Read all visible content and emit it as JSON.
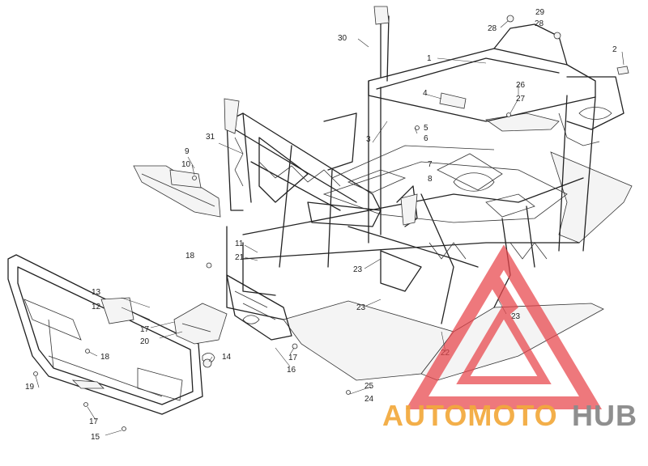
{
  "diagram": {
    "callouts": [
      {
        "id": "c1",
        "text": "1"
      },
      {
        "id": "c2",
        "text": "2"
      },
      {
        "id": "c3",
        "text": "3"
      },
      {
        "id": "c4",
        "text": "4"
      },
      {
        "id": "c5",
        "text": "5"
      },
      {
        "id": "c6",
        "text": "6"
      },
      {
        "id": "c7",
        "text": "7"
      },
      {
        "id": "c8",
        "text": "8"
      },
      {
        "id": "c9",
        "text": "9"
      },
      {
        "id": "c10",
        "text": "10"
      },
      {
        "id": "c11",
        "text": "11"
      },
      {
        "id": "c12",
        "text": "12"
      },
      {
        "id": "c13",
        "text": "13"
      },
      {
        "id": "c14",
        "text": "14"
      },
      {
        "id": "c15",
        "text": "15"
      },
      {
        "id": "c16",
        "text": "16"
      },
      {
        "id": "c17a",
        "text": "17"
      },
      {
        "id": "c17b",
        "text": "17"
      },
      {
        "id": "c17c",
        "text": "17"
      },
      {
        "id": "c18a",
        "text": "18"
      },
      {
        "id": "c18b",
        "text": "18"
      },
      {
        "id": "c19",
        "text": "19"
      },
      {
        "id": "c20",
        "text": "20"
      },
      {
        "id": "c21",
        "text": "21"
      },
      {
        "id": "c22",
        "text": "22"
      },
      {
        "id": "c23a",
        "text": "23"
      },
      {
        "id": "c23b",
        "text": "23"
      },
      {
        "id": "c23c",
        "text": "23"
      },
      {
        "id": "c24",
        "text": "24"
      },
      {
        "id": "c25",
        "text": "25"
      },
      {
        "id": "c26",
        "text": "26"
      },
      {
        "id": "c27",
        "text": "27"
      },
      {
        "id": "c28a",
        "text": "28"
      },
      {
        "id": "c28b",
        "text": "28"
      },
      {
        "id": "c29",
        "text": "29"
      },
      {
        "id": "c30",
        "text": "30"
      },
      {
        "id": "c31",
        "text": "31"
      }
    ]
  },
  "watermark": {
    "word_part1": "AUTOMOTO",
    "word_part2": "HUB",
    "color_primary": "#f2a93b",
    "color_secondary": "#8a8a8a",
    "logo_color": "#e8454b"
  }
}
